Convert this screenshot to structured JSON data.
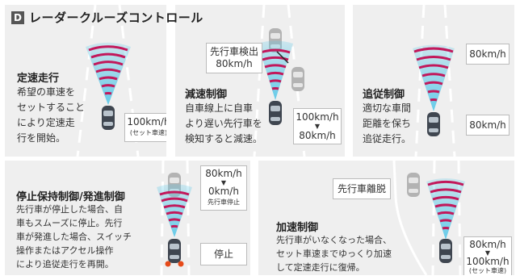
{
  "header": {
    "badge": "D",
    "title": "レーダークルーズコントロール"
  },
  "panels": {
    "cruise": {
      "heading": "定速走行",
      "lines": [
        "希望の車速を",
        "セットすること",
        "により定速走",
        "行を開始。"
      ],
      "speed": "100km/h",
      "speed_note": "(セット車速)"
    },
    "decel": {
      "heading": "減速制御",
      "lines": [
        "自車線上に自車",
        "より遅い先行車を",
        "検知すると減速。"
      ],
      "detect_label": "先行車検出",
      "detect_speed": "80km/h",
      "speed_from": "100km/h",
      "speed_to": "80km/h"
    },
    "follow": {
      "heading": "追従制御",
      "lines": [
        "適切な車間",
        "距離を保ち",
        "追従走行。"
      ],
      "lead_speed": "80km/h",
      "own_speed": "80km/h"
    },
    "stop": {
      "heading": "停止保持制御/発進制御",
      "lines": [
        "先行車が停止した場合、自",
        "車もスムーズに停止。先行",
        "車が発進した場合、スイッチ",
        "操作またはアクセル操作",
        "により追従走行を再開。"
      ],
      "speed_from": "80km/h",
      "speed_to": "0km/h",
      "stop_note": "先行車停止",
      "stop_label": "停止"
    },
    "accel": {
      "heading": "加速制御",
      "lines": [
        "先行車がいなくなった場合、",
        "セット車速までゆっくり加速",
        "して定速走行に復帰。"
      ],
      "depart_label": "先行車離脱",
      "speed_from": "80km/h",
      "speed_to": "100km/h",
      "speed_note": "(セット車速)"
    }
  },
  "colors": {
    "panel": "#efefef",
    "radar": "#c2185b",
    "beam": "#5fc9e8",
    "car": "#3f4650"
  }
}
